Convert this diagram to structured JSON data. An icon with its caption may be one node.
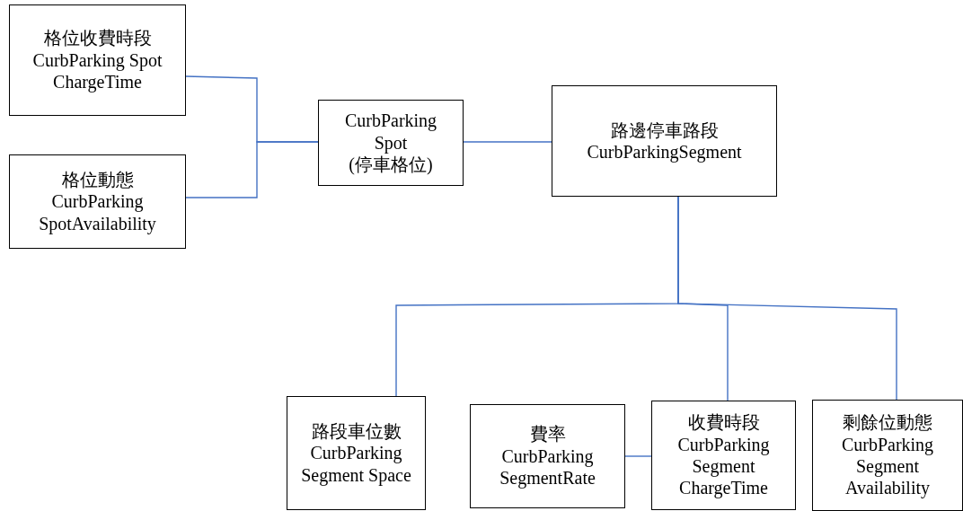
{
  "diagram": {
    "nodes": [
      {
        "text": [
          "格位收費時段",
          "CurbParking Spot ChargeTime"
        ]
      },
      {
        "text": [
          "格位動態",
          "CurbParking SpotAvailability"
        ]
      },
      {
        "text": [
          "CurbParking Spot",
          "(停車格位)"
        ]
      },
      {
        "text": [
          "路邊停車路段",
          "CurbParkingSegment"
        ]
      },
      {
        "text": [
          "路段車位數",
          "CurbParking Segment Space"
        ]
      },
      {
        "text": [
          "費率",
          "CurbParking SegmentRate"
        ]
      },
      {
        "text": [
          "收費時段",
          "CurbParking Segment ChargeTime"
        ]
      },
      {
        "text": [
          "剩餘位動態",
          "CurbParking Segment Availability"
        ]
      }
    ],
    "edges": [
      {
        "from": 0,
        "to": 2,
        "arrow": "none"
      },
      {
        "from": 1,
        "to": 2,
        "arrow": "none"
      },
      {
        "from": 2,
        "to": 3,
        "arrow": "none"
      },
      {
        "from": 3,
        "to": 4,
        "arrow": "none"
      },
      {
        "from": 3,
        "to": 6,
        "arrow": "none"
      },
      {
        "from": 3,
        "to": 7,
        "arrow": "none"
      },
      {
        "from": 5,
        "to": 6,
        "arrow": "none"
      }
    ]
  }
}
